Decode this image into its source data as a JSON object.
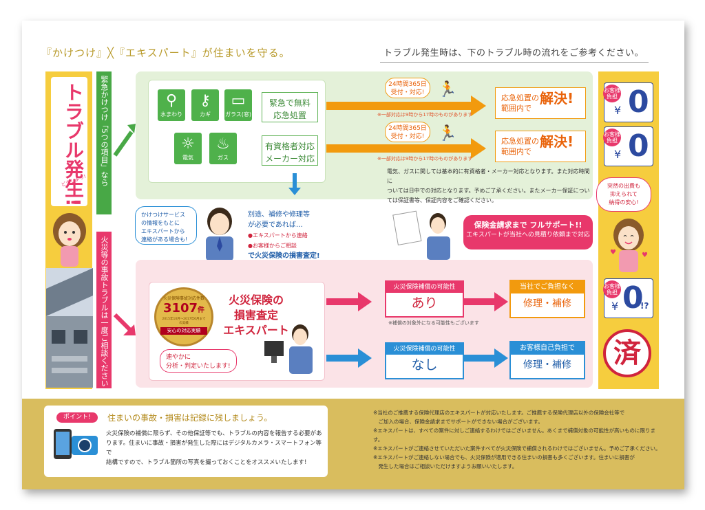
{
  "header": {
    "left": "『かけつけ』╳『エキスパート』が住まいを守る。",
    "right": "トラブル発生時は、下のトラブル時の流れをご参考ください。"
  },
  "left": {
    "trouble": "トラブル発生!",
    "small_tag": "どうしよう!",
    "green_bar": "緊急かけつけ「5つの項目」なら",
    "red_bar": "火災等の事故トラブルは一度ご相談ください"
  },
  "green_section": {
    "icons": [
      {
        "label": "水まわり",
        "icon": "faucet-icon"
      },
      {
        "label": "カギ",
        "icon": "key-icon"
      },
      {
        "label": "ガラス(窓)",
        "icon": "glass-icon"
      },
      {
        "label": "電気",
        "icon": "lightbulb-icon"
      },
      {
        "label": "ガス",
        "icon": "flame-icon"
      }
    ],
    "row1": {
      "box": [
        "緊急で無料",
        "応急処置"
      ],
      "bubble": [
        "24時間365日",
        "受付・対応!"
      ],
      "note": "※一部対応は9時から17時のものがあります",
      "result_prefix": [
        "応急処置の",
        "範囲内で"
      ],
      "result_big": "解決!"
    },
    "row2": {
      "box": [
        "有資格者対応",
        "メーカー対応"
      ],
      "bubble": [
        "24時間365日",
        "受付・対応!"
      ],
      "note": "※一部対応は9時から17時のものがあります",
      "result_prefix": [
        "応急処置の",
        "範囲内で"
      ],
      "result_big": "解決!"
    },
    "note_lines": [
      "電気、ガスに関しては基本的に有資格者・メーカー対応となります。また対応時間に",
      "ついては日中での対応となります。予めご了承ください。またメーカー保証につい",
      "ては保証書等、保証内容をご確認ください。"
    ]
  },
  "middle": {
    "callout": [
      "かけつけサービス",
      "の情報をもとに",
      "エキスパートから",
      "連絡がある場合も!"
    ],
    "text_lines": [
      "別途、補修や修理等",
      "が必要であれば…"
    ],
    "bullets": [
      "●エキスパートから連絡",
      "●お客様からご相談"
    ],
    "conclusion": "で火災保険の損害査定!",
    "support_top": "保険金請求まで フルサポート!!",
    "support_bottom": "エキスパートが当社への見積り依頼まで対応"
  },
  "red_section": {
    "badge": {
      "top": "火災保険事故対応件数",
      "num": "3107",
      "unit": "件",
      "small": "2015年10月〜2017年6月までの実績",
      "ribbon": "安心の対応実績"
    },
    "title": [
      "火災保険の",
      "損害査定",
      "エキスパート"
    ],
    "speech": [
      "速やかに",
      "分析・判定いたします!"
    ],
    "ari_head": "火災保険補償の可能性",
    "ari_value": "あり",
    "ari_note": "※補償の対象外になる可能性もございます",
    "ari_result_head": "当社でご負担なく",
    "ari_result_value": "修理・補修",
    "nashi_head": "火災保険補償の可能性",
    "nashi_value": "なし",
    "nashi_result_head": "お客様自己負担で",
    "nashi_result_value": "修理・補修"
  },
  "right": {
    "badge": "お客様負担",
    "yen": "¥",
    "zero": "0",
    "zero_q": "!?",
    "bubble": [
      "突然の出費も",
      "抑えられて",
      "納得の安心!"
    ],
    "stamp": "済"
  },
  "footer": {
    "point_label": "ポイント!",
    "point_title": "住まいの事故・損害は記録に残しましょう。",
    "point_body": [
      "火災保険の補償に限らず、その他保証等でも、トラブルの内容を報告する必要があ",
      "ります。住まいに事故・損害が発生した際にはデジタルカメラ・スマートフォン等で",
      "結構ですので、トラブル箇所の写真を撮っておくことをオススメいたします!"
    ],
    "notes": [
      "※当社のご推薦する保険代理店のエキスパートが対応いたします。ご推薦する保険代理店以外の保険会社等で",
      "　ご加入の場合、保険金請求までサポートができない場合がございます。",
      "※エキスパートは、すべての案件に対しご連絡するわけではございません。あくまで補償対象の可能性が高いものに限ります。",
      "※エキスパートがご連絡させていただいた案件すべてが火災保険で補償されるわけではございません。予めご了承ください。",
      "※エキスパートがご連絡しない場合でも、火災保険が適用できる住まいの損害も多くございます。住まいに損害が",
      "　発生した場合はご相談いただけますようお願いいたします。"
    ]
  }
}
